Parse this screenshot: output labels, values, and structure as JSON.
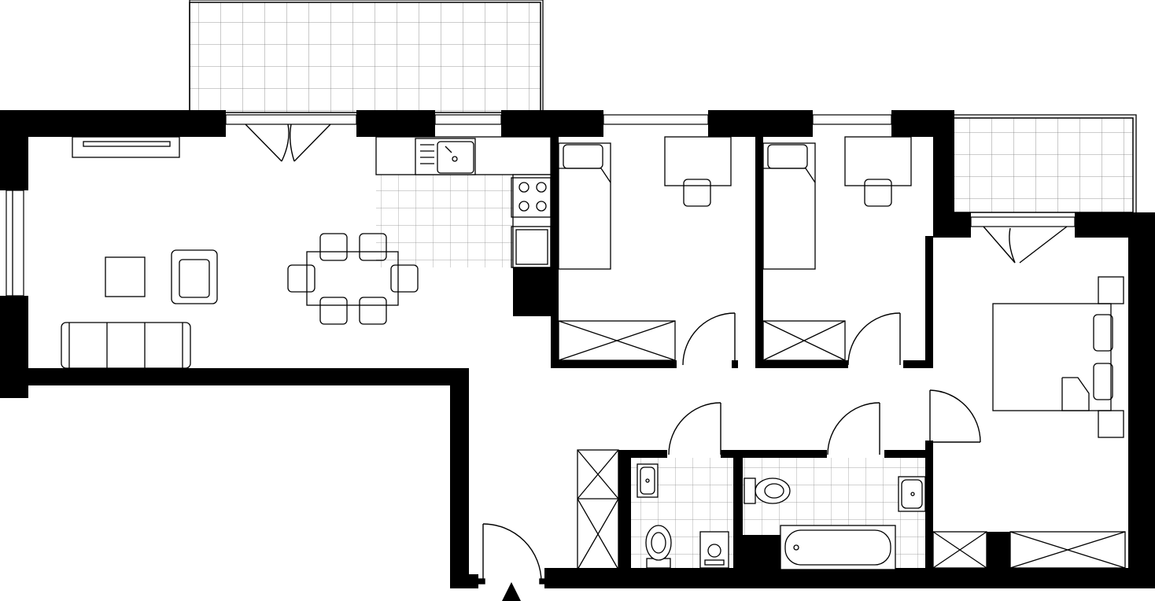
{
  "plan": {
    "type": "apartment-floor-plan",
    "labels_printed": false,
    "colors": {
      "wall": "#000000",
      "background": "#ffffff",
      "tile_grid": "#7a7a7a"
    },
    "rooms": [
      {
        "id": "living-dining",
        "furniture": [
          "sofa-icon",
          "armchair-icon",
          "coffee-table-icon",
          "dining-table-icon",
          "dining-chair-icon",
          "tv-unit-icon"
        ]
      },
      {
        "id": "kitchen",
        "furniture": [
          "sink-icon",
          "stove-icon",
          "oven-icon",
          "fridge-icon"
        ]
      },
      {
        "id": "bedroom-1",
        "furniture": [
          "bed-icon",
          "desk-icon",
          "chair-icon",
          "wardrobe-icon"
        ]
      },
      {
        "id": "bedroom-2",
        "furniture": [
          "bed-icon",
          "desk-icon",
          "chair-icon",
          "wardrobe-icon"
        ]
      },
      {
        "id": "master-bedroom",
        "furniture": [
          "double-bed-icon",
          "nightstand-icon",
          "wardrobe-icon"
        ]
      },
      {
        "id": "wc",
        "furniture": [
          "toilet-icon",
          "washbasin-icon",
          "washing-machine-icon"
        ]
      },
      {
        "id": "bathroom",
        "furniture": [
          "bathtub-icon",
          "toilet-icon",
          "washbasin-icon"
        ]
      },
      {
        "id": "hall",
        "furniture": [
          "wardrobe-icon"
        ]
      },
      {
        "id": "balcony-large",
        "furniture": []
      },
      {
        "id": "balcony-small",
        "furniture": []
      }
    ],
    "entrance": {
      "marker": "entrance-arrow-icon"
    }
  }
}
